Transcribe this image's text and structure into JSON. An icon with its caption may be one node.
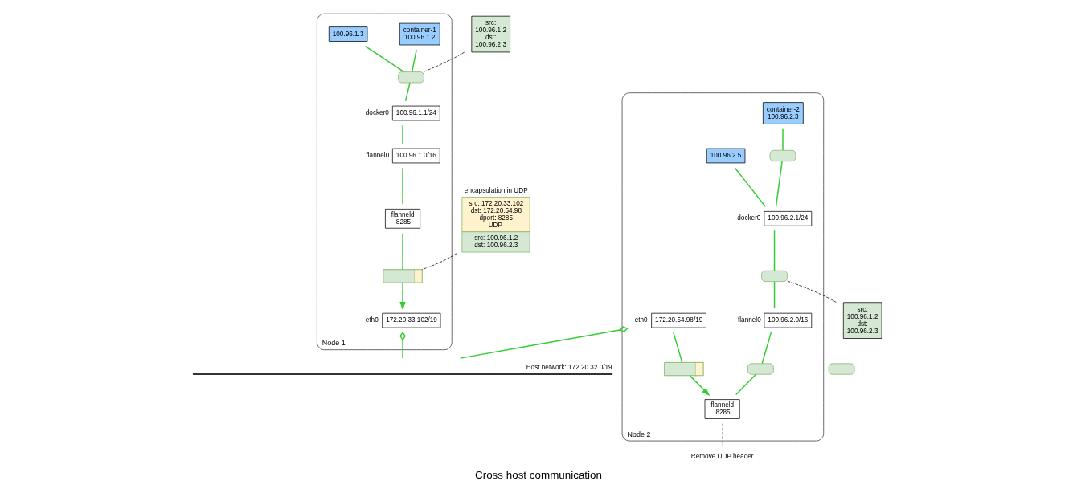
{
  "diagram": {
    "caption": "Cross host communication",
    "nodes": [
      {
        "text": [
          "Node 1"
        ]
      },
      {
        "text": [
          "container-1 100.96.1.2"
        ],
        "in": 0
      },
      {
        "text": [
          "100.96.1.3"
        ],
        "in": 0
      },
      {
        "text": [],
        "shape": "box",
        "in": 0
      },
      {
        "text": [
          "100.96.1.1/24"
        ],
        "beside": [
          "docker0"
        ],
        "in": 0
      },
      {
        "text": [
          "100.96.1.0/16"
        ],
        "beside": [
          "flannel0"
        ],
        "in": 0
      },
      {
        "text": [
          "flanneld :8285"
        ],
        "in": 0
      },
      {
        "text": [],
        "shape": "box",
        "in": 0
      },
      {
        "text": [
          "172.20.33.102/19"
        ],
        "beside": [
          "eth0"
        ],
        "in": 0
      },
      {
        "text": [
          "Node 2"
        ]
      },
      {
        "text": [
          "container-2 100.96.2.3"
        ],
        "in": 9
      },
      {
        "text": [
          "100.96.2.5"
        ],
        "in": 9
      },
      {
        "text": [],
        "shape": "box",
        "in": 9
      },
      {
        "text": [
          "100.96.2.1/24"
        ],
        "beside": [
          "docker0"
        ],
        "in": 9
      },
      {
        "text": [],
        "shape": "box",
        "in": 9
      },
      {
        "text": [
          "100.96.2.0/16"
        ],
        "beside": [
          "flannel0"
        ],
        "in": 9
      },
      {
        "text": [],
        "shape": "box",
        "in": 9
      },
      {
        "text": [
          "flanneld :8285"
        ],
        "in": 9
      },
      {
        "text": [],
        "shape": "box",
        "in": 9
      },
      {
        "text": [
          "172.20.54.98/19"
        ],
        "beside": [
          "eth0"
        ],
        "in": 9
      },
      {
        "text": [],
        "shape": "bar",
        "beside": [
          "Host network: 172.20.32.0/19"
        ]
      },
      {
        "text": [],
        "shape": "box"
      },
      {
        "text": [
          "src: 100.96.1.2 dst: 100.96.2.3"
        ]
      },
      {
        "text": [
          "src: 172.20.33.102 dst: 172.20.54.98 dport: 8285 UDP",
          "src: 100.96.1.2 dst: 100.96.2.3"
        ],
        "beside": [
          "encapsulation in UDP"
        ]
      },
      {
        "text": [
          "src: 100.96.1.2 dst: 100.96.2.3"
        ]
      },
      {
        "text": [
          "Remove UDP header"
        ]
      }
    ],
    "edges": [
      {
        "from": 1,
        "to": 3,
        "arrow": "none"
      },
      {
        "from": 2,
        "to": 3,
        "arrow": "none"
      },
      {
        "from": 3,
        "to": 4,
        "arrow": "none"
      },
      {
        "from": 4,
        "to": 5,
        "arrow": "none"
      },
      {
        "from": 5,
        "to": 6,
        "arrow": "none"
      },
      {
        "from": 6,
        "to": 7,
        "arrow": "none"
      },
      {
        "from": 7,
        "to": 8,
        "arrow": "to"
      },
      {
        "from": 8,
        "to": 20,
        "arrow": "other"
      },
      {
        "from": 10,
        "to": 12,
        "arrow": "none"
      },
      {
        "from": 12,
        "to": 13,
        "arrow": "none"
      },
      {
        "from": 11,
        "to": 13,
        "arrow": "none"
      },
      {
        "from": 13,
        "to": 14,
        "arrow": "none"
      },
      {
        "from": 14,
        "to": 15,
        "arrow": "none"
      },
      {
        "from": 15,
        "to": 16,
        "arrow": "none"
      },
      {
        "from": 16,
        "to": 17,
        "arrow": "none"
      },
      {
        "from": 19,
        "to": 18,
        "arrow": "none"
      },
      {
        "from": 18,
        "to": 17,
        "arrow": "to"
      },
      {
        "from": 19,
        "to": 20,
        "arrow": "other"
      },
      {
        "from": 22,
        "to": 3,
        "arrow": "none",
        "style": "dashed",
        "color": "#000000"
      },
      {
        "from": 23,
        "to": 7,
        "arrow": "none",
        "style": "dashed",
        "color": "#000000"
      },
      {
        "from": 14,
        "to": 24,
        "arrow": "none",
        "style": "dashed",
        "color": "#000000"
      },
      {
        "from": 17,
        "to": 25,
        "arrow": "none",
        "style": "dashed",
        "color": "#999999"
      }
    ]
  }
}
